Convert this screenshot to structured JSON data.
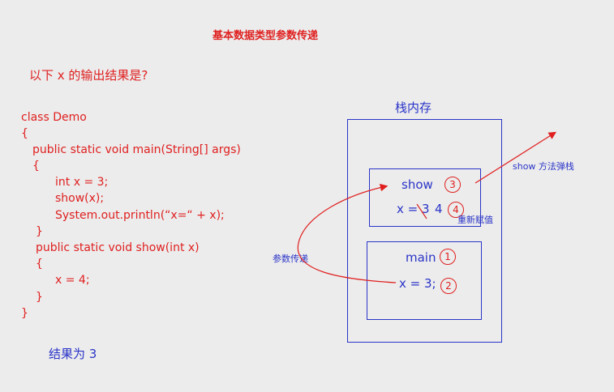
{
  "title": "基本数据类型参数传递",
  "question": "以下 x 的输出结果是?",
  "code_lines": [
    "class Demo",
    "{",
    "public static void main(String[] args)",
    "{",
    "int x = 3;",
    "show(x);",
    "System.out.println(“x=“ + x);",
    "}",
    "public static void show(int x)",
    "{",
    "x = 4;",
    "}",
    "}"
  ],
  "answer": "结果为 3",
  "stack": {
    "label": "栈内存",
    "show_frame": {
      "name": "show",
      "step_name": "3",
      "value_old": "x = 3",
      "value_new": "4",
      "step_value": "4",
      "reassign_note": "重新赋值"
    },
    "main_frame": {
      "name": "main",
      "step_name": "1",
      "value": "x = 3;",
      "step_value": "2"
    },
    "pop_note": "show 方法弹栈",
    "pass_note": "参数传递"
  },
  "colors": {
    "red": "#e02020",
    "blue": "#2a34c8",
    "background": "#ececec"
  }
}
